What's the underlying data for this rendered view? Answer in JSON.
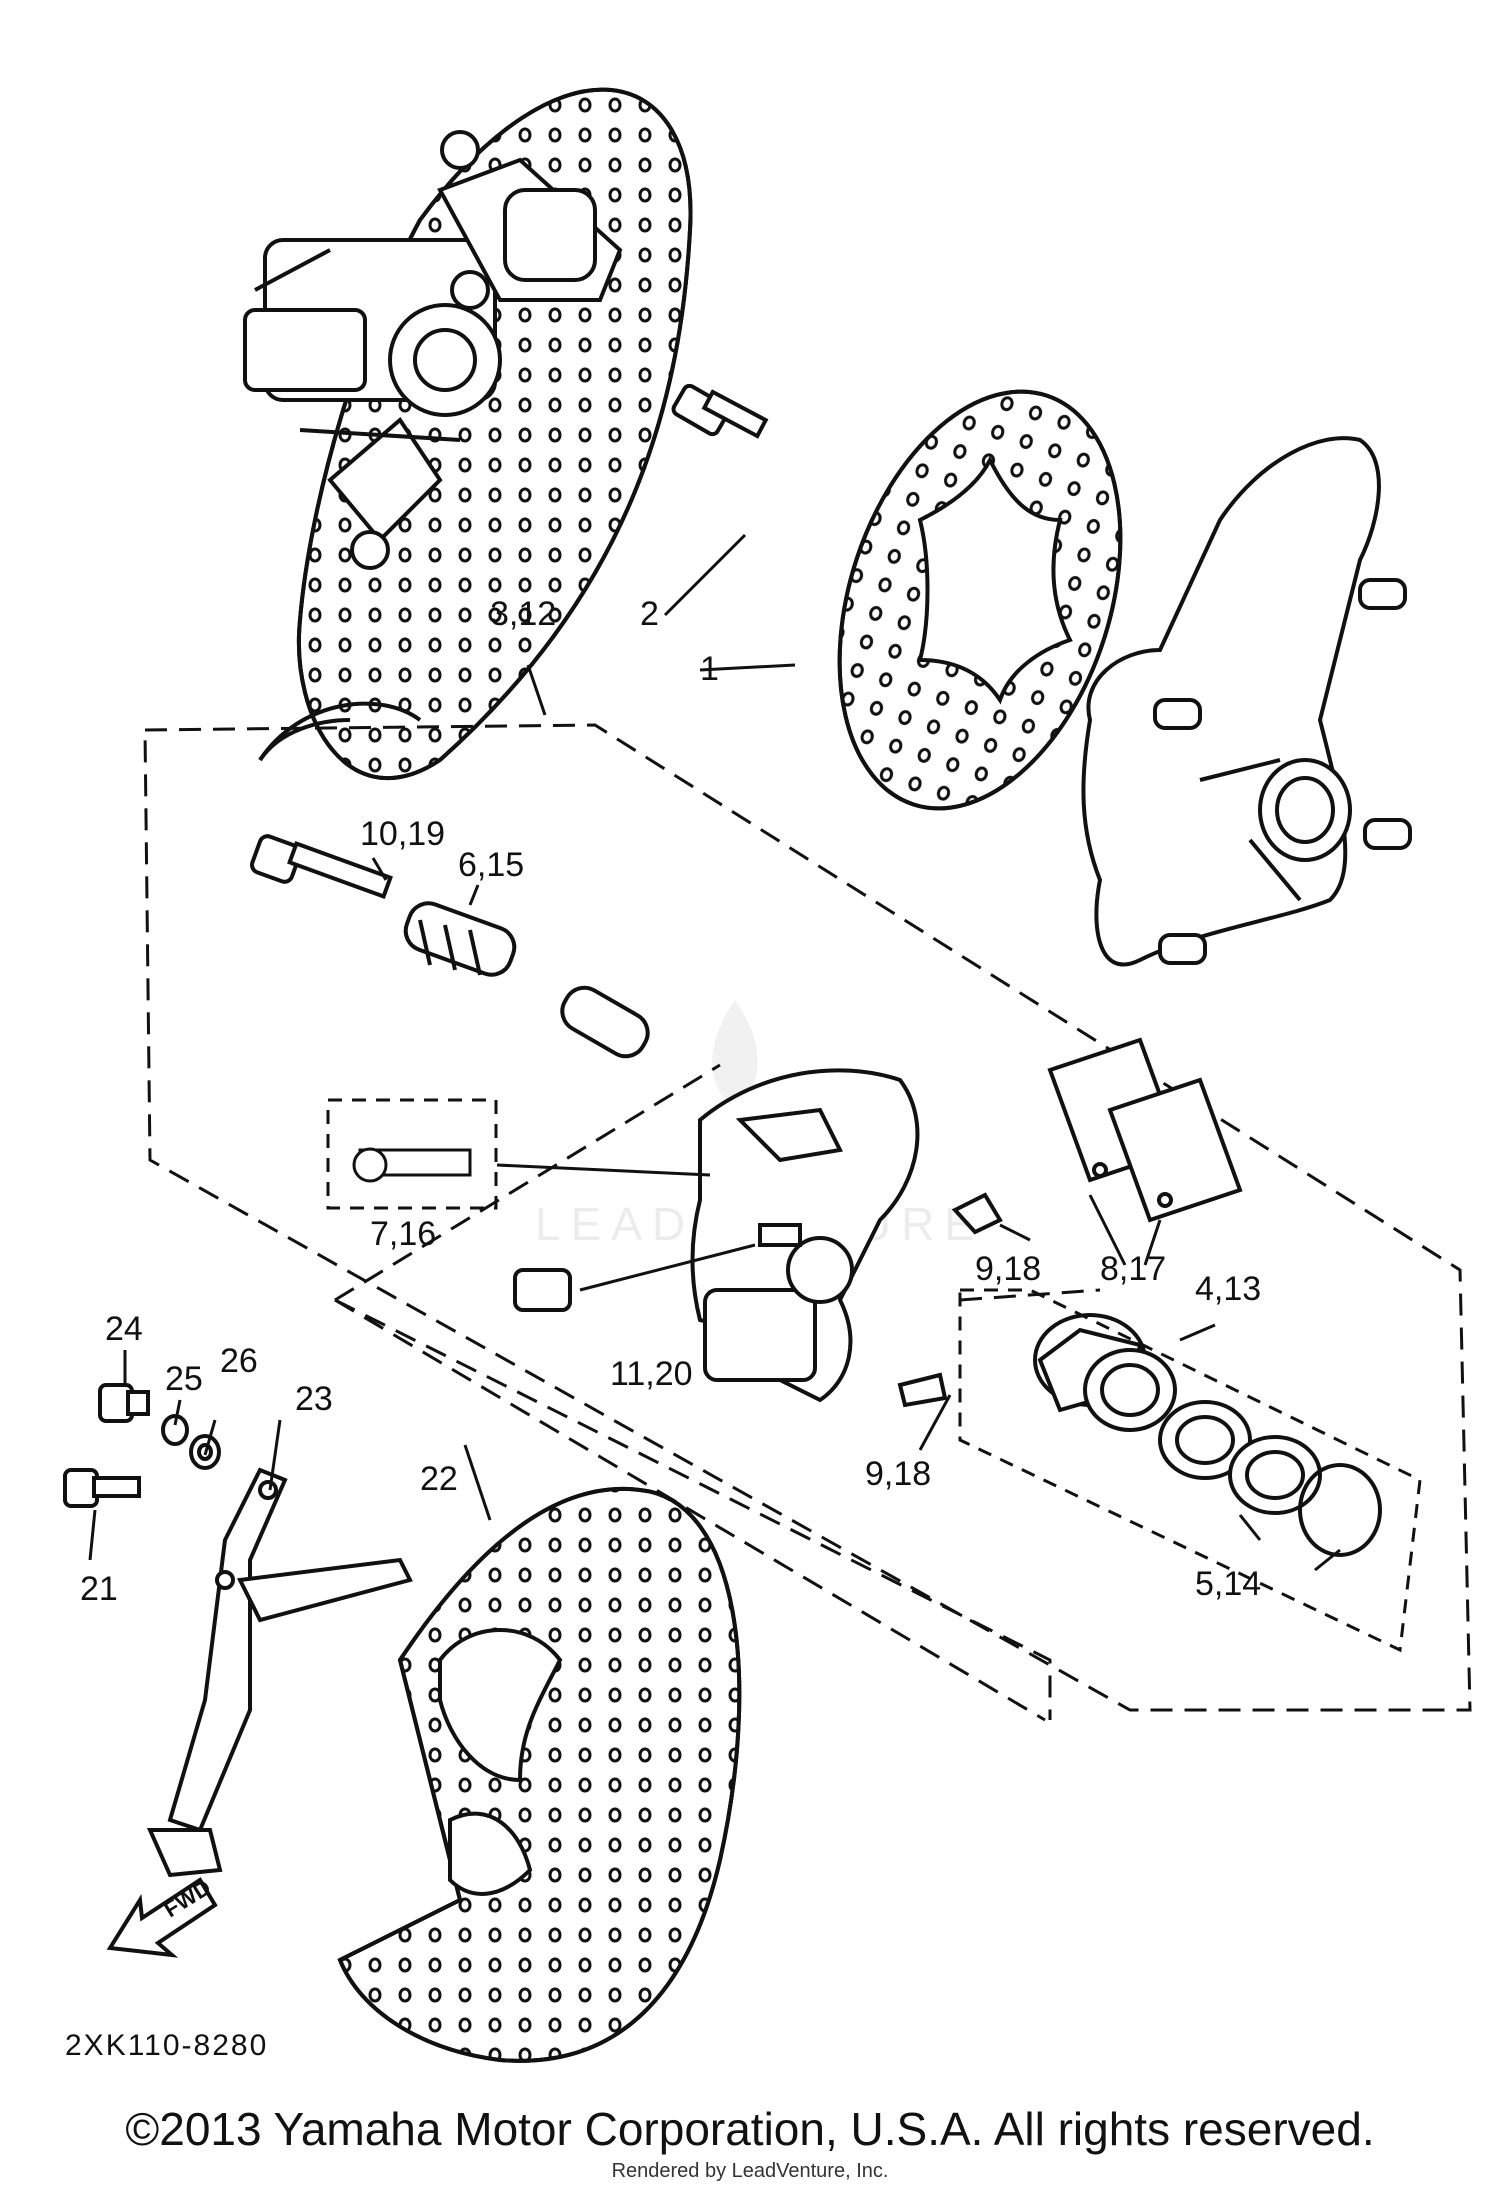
{
  "diagram_id": "2XK110-8280",
  "fwd_label": "FWD",
  "callouts": {
    "c1": "1",
    "c2": "2",
    "c3_12": "3,12",
    "c10_19": "10,19",
    "c6_15": "6,15",
    "c7_16": "7,16",
    "c8_17": "8,17",
    "c9_18a": "9,18",
    "c9_18b": "9,18",
    "c11_20": "11,20",
    "c4_13": "4,13",
    "c5_14": "5,14",
    "c21": "21",
    "c22": "22",
    "c23": "23",
    "c24": "24",
    "c25": "25",
    "c26": "26"
  },
  "watermark": "LEADVENTURE",
  "copyright": "©2013 Yamaha Motor Corporation, U.S.A. All rights reserved.",
  "rendered_by": "Rendered by LeadVenture, Inc."
}
